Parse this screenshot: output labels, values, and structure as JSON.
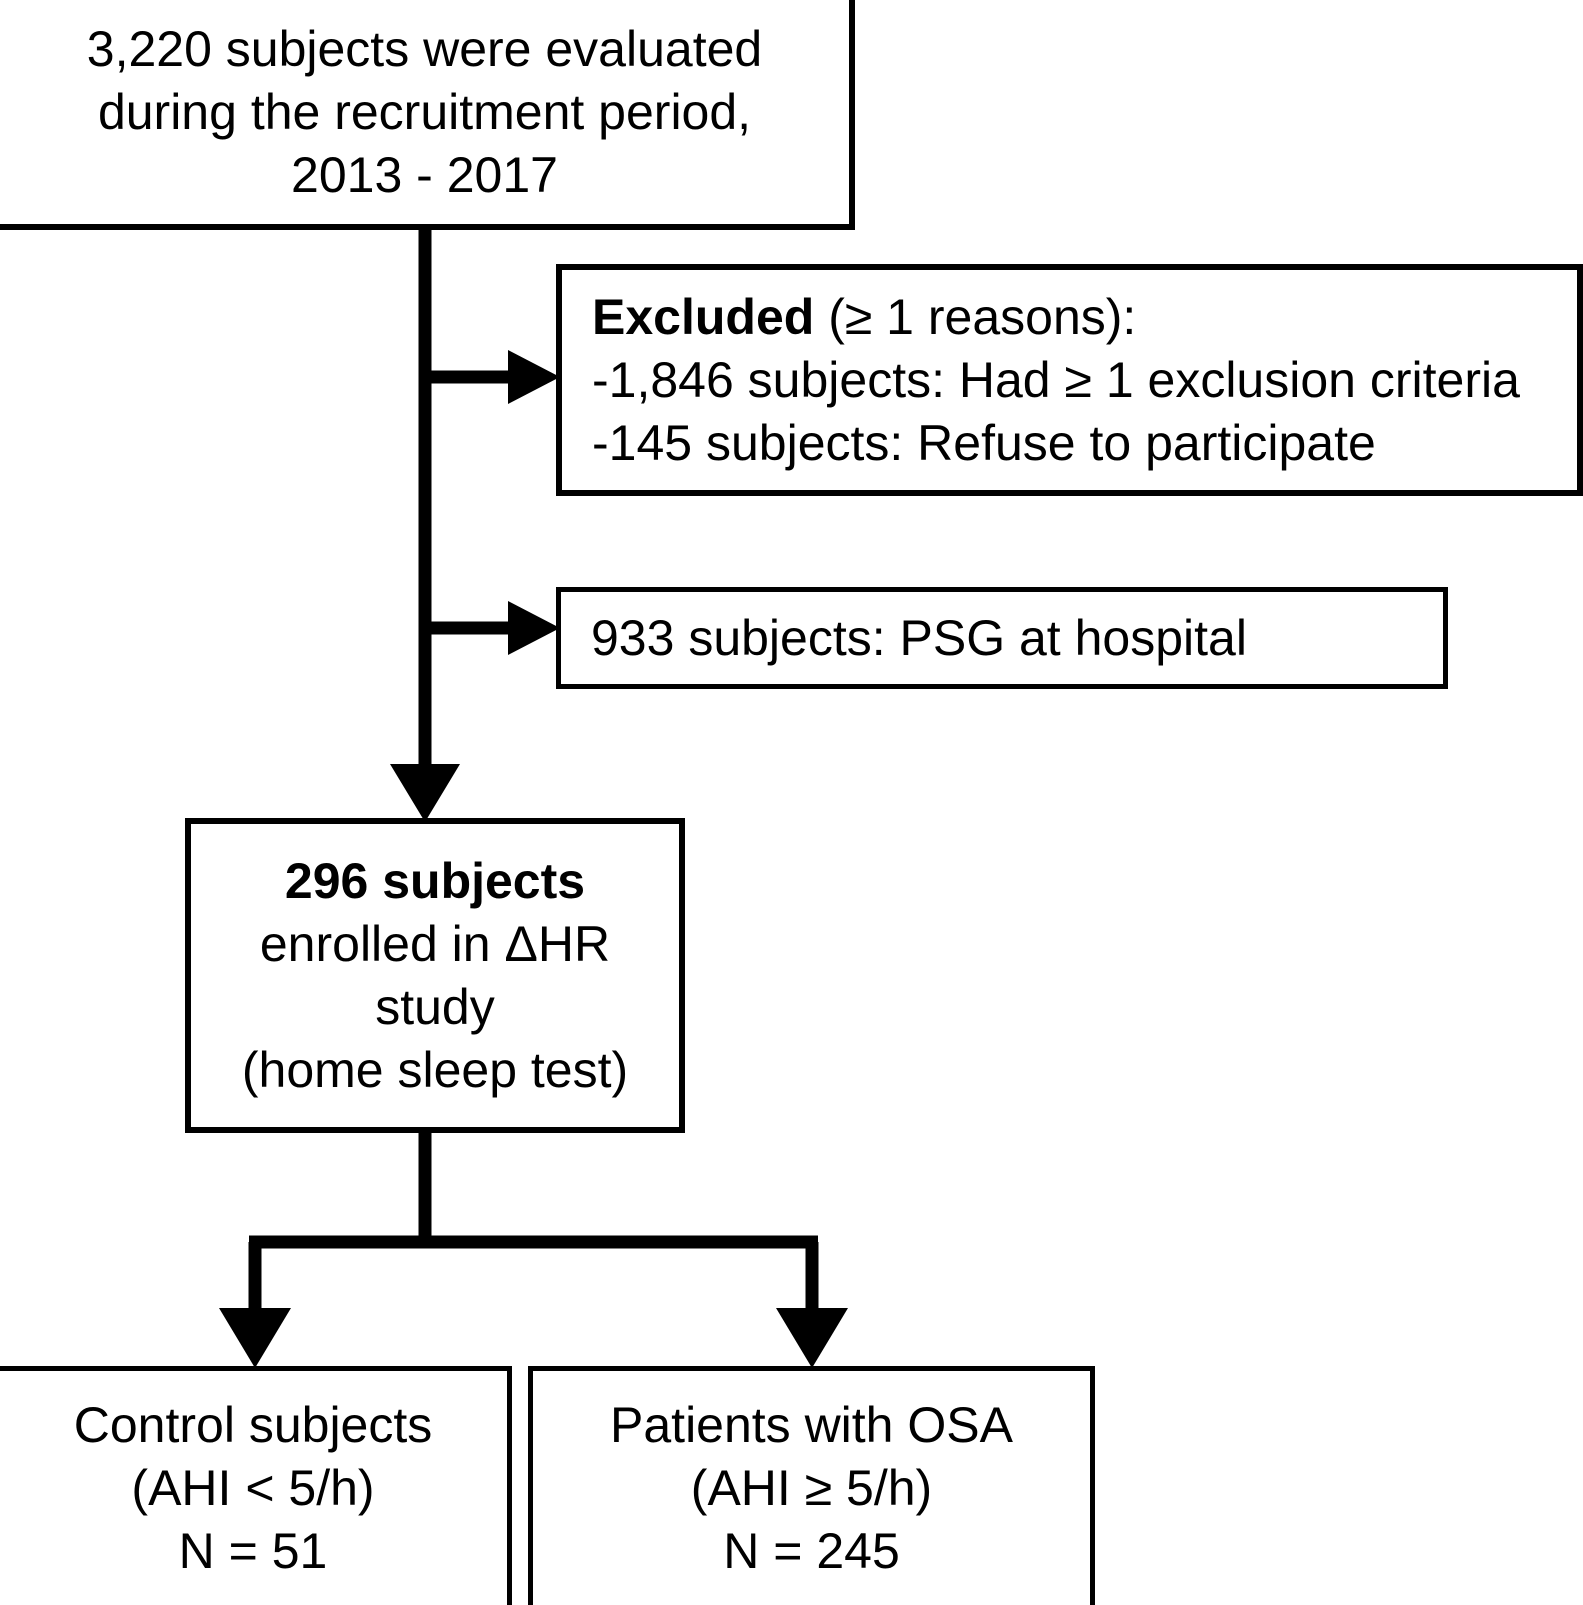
{
  "diagram": {
    "title": "Study participant flow diagram",
    "type": "flowchart",
    "stroke_color": "#000000",
    "background_color": "#ffffff"
  },
  "nodes": {
    "evaluated": {
      "line1": "3,220 subjects were evaluated",
      "line2": "during the recruitment period,",
      "line3": "2013 - 2017"
    },
    "excluded": {
      "heading_bold": "Excluded",
      "heading_rest": " (≥ 1 reasons):",
      "reason1": "-1,846 subjects: Had ≥ 1 exclusion criteria",
      "reason2": "-145 subjects: Refuse to participate"
    },
    "psg": {
      "line1": "933 subjects: PSG at hospital"
    },
    "enrolled": {
      "line1": "296 subjects",
      "line2": "enrolled in ΔHR",
      "line3": "study",
      "line4": "(home sleep test)"
    },
    "control": {
      "line1": "Control subjects",
      "line2": "(AHI < 5/h)",
      "line3": "N = 51"
    },
    "osa": {
      "line1": "Patients with OSA",
      "line2": "(AHI ≥ 5/h)",
      "line3": "N = 245"
    }
  },
  "connectors": [
    {
      "name": "evaluated-to-excluded",
      "kind": "arrow-right"
    },
    {
      "name": "evaluated-to-psg",
      "kind": "arrow-right"
    },
    {
      "name": "evaluated-to-enrolled",
      "kind": "arrow-down"
    },
    {
      "name": "enrolled-to-control",
      "kind": "arrow-down-branch-left"
    },
    {
      "name": "enrolled-to-osa",
      "kind": "arrow-down-branch-right"
    }
  ]
}
